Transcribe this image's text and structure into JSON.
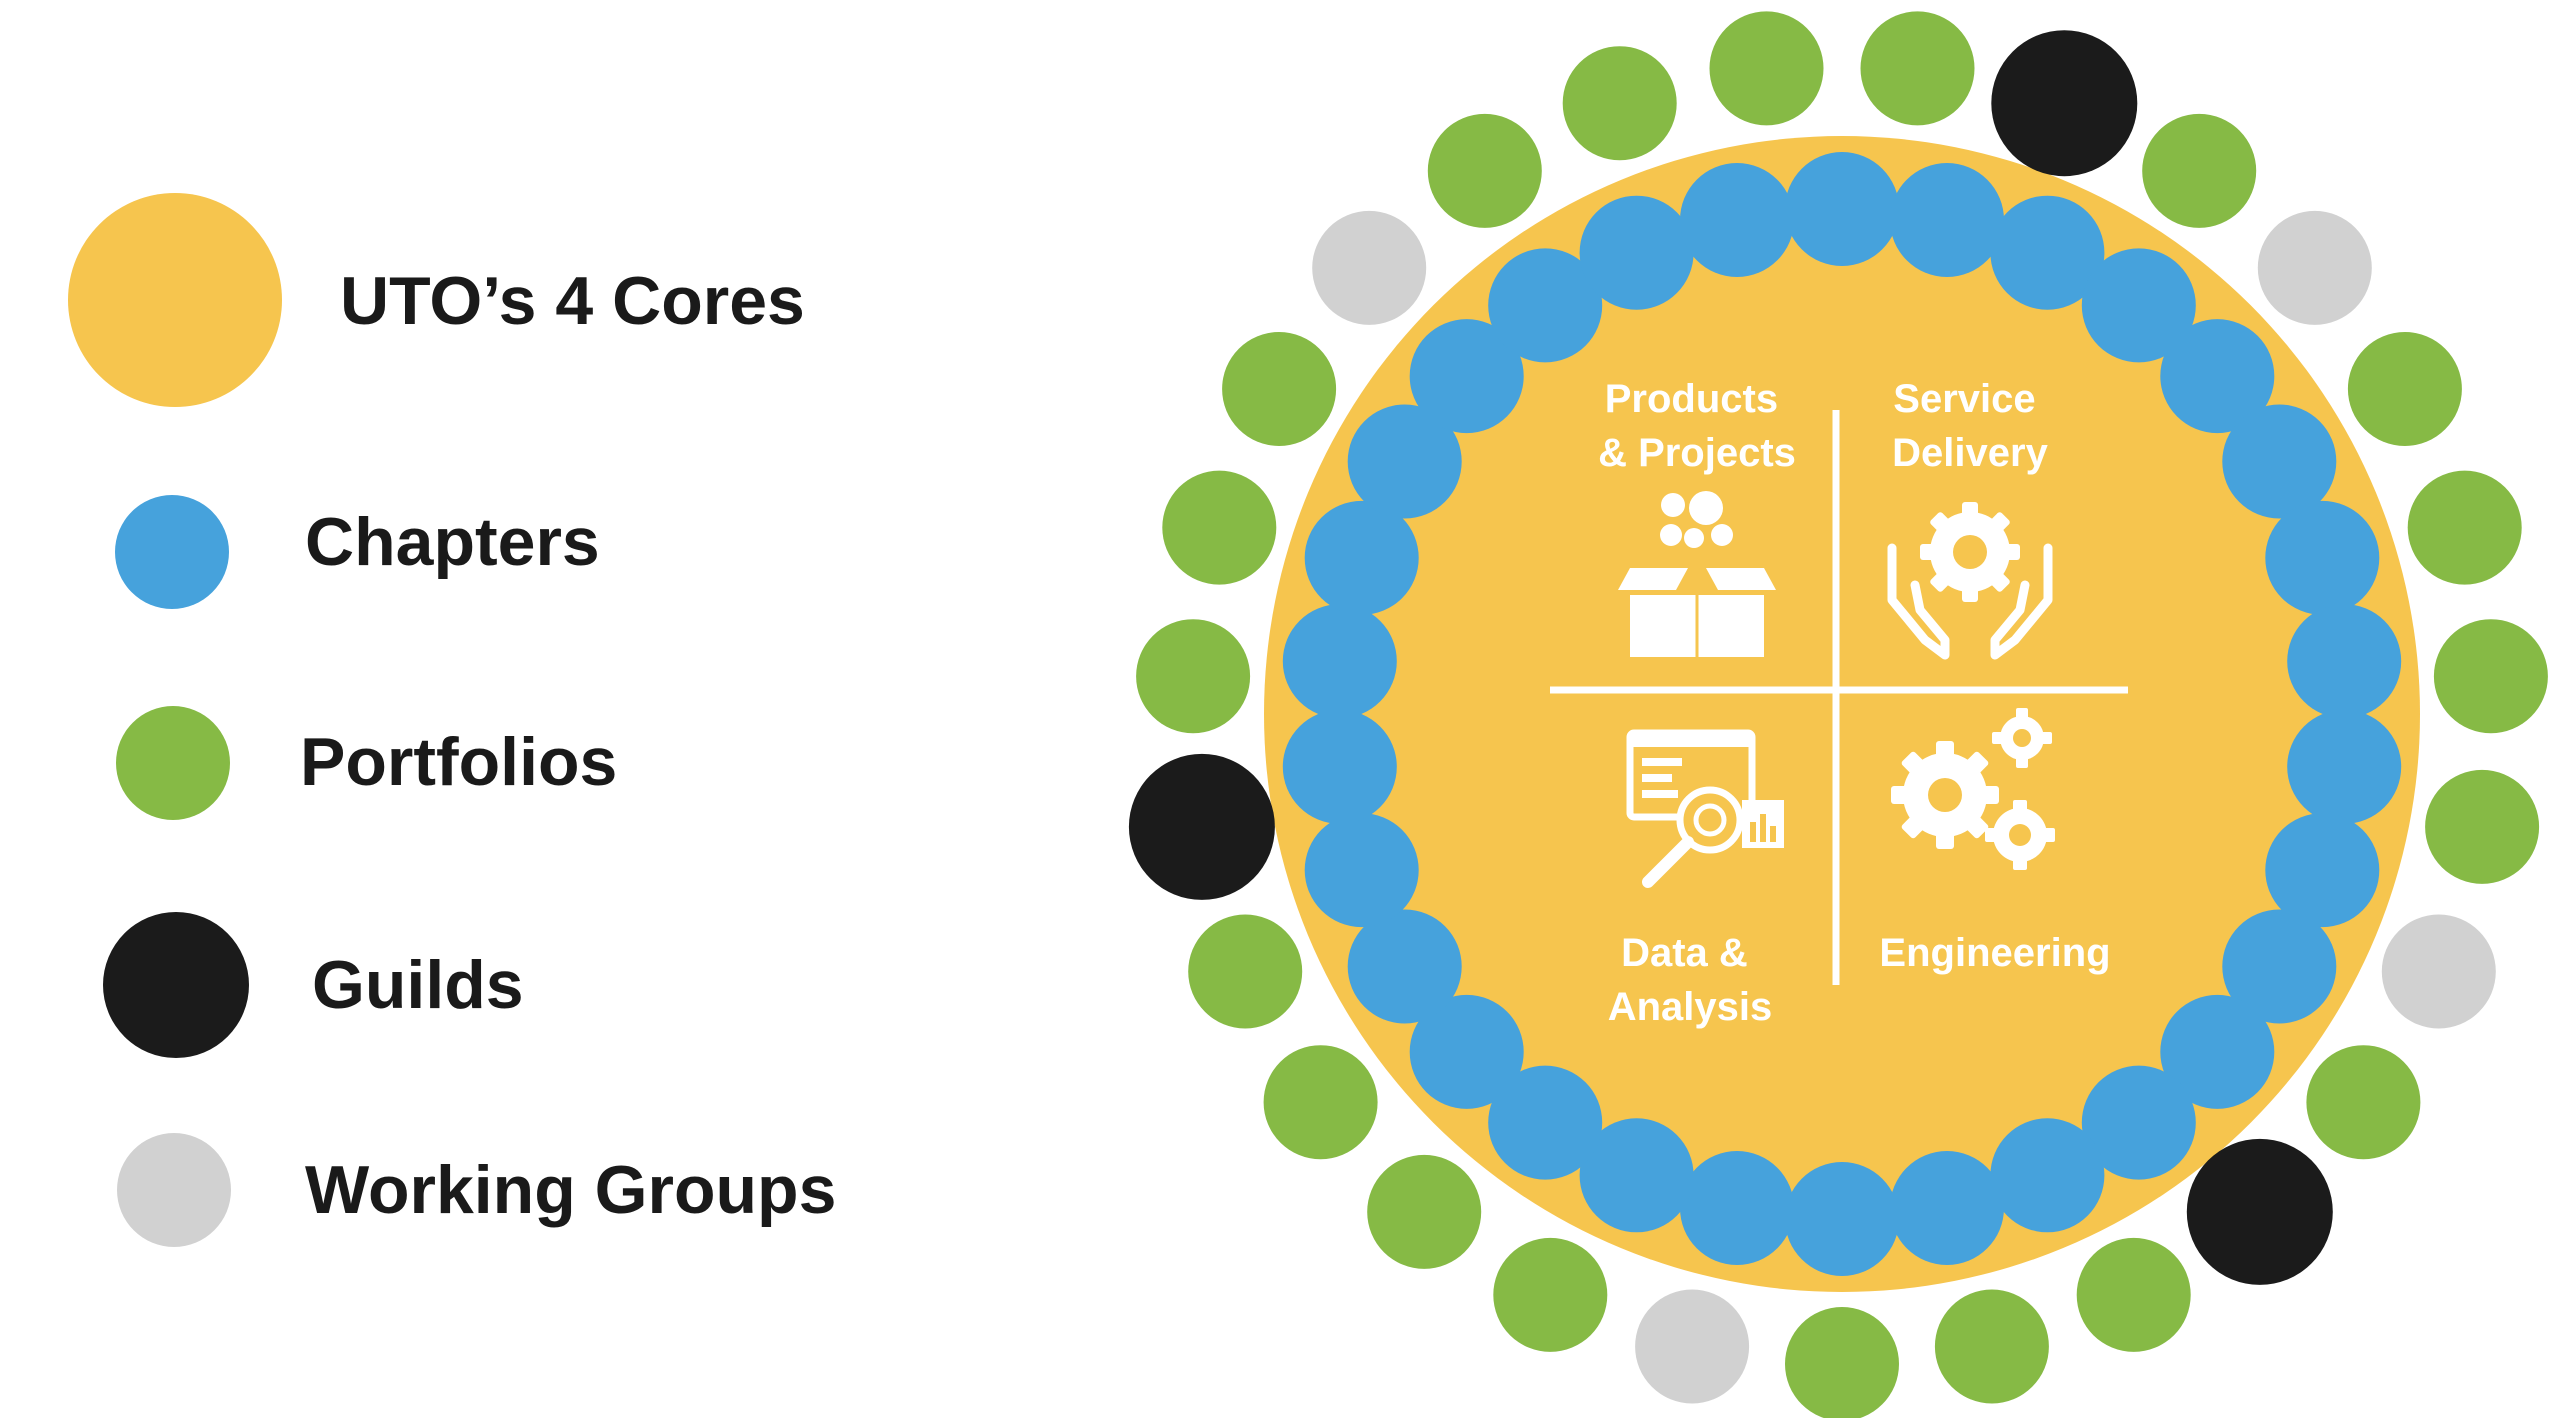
{
  "colors": {
    "core": "#F6C54E",
    "chapter": "#46A2DC",
    "portfolio": "#86BA45",
    "guild": "#1B1B1B",
    "working_group": "#D1D1D1",
    "icon": "#FFFFFF"
  },
  "legend": {
    "cores": {
      "label": "UTO’s 4 Cores"
    },
    "chapters": {
      "label": "Chapters"
    },
    "portfolios": {
      "label": "Portfolios"
    },
    "guilds": {
      "label": "Guilds"
    },
    "working_groups": {
      "label": "Working Groups"
    }
  },
  "quadrants": {
    "products": {
      "line1": "Products",
      "line2": "& Projects",
      "icon": "box-icon"
    },
    "service": {
      "line1": "Service",
      "line2": "Delivery",
      "icon": "hands-gear-icon"
    },
    "data": {
      "line1": "Data &",
      "line2": "Analysis",
      "icon": "analytics-icon"
    },
    "engineering": {
      "line1": "Engineering",
      "icon": "gears-icon"
    }
  },
  "inner_ring": {
    "type": "chapter"
  },
  "outer_ring": {
    "sequence": [
      "portfolio",
      "portfolio",
      "portfolio",
      "guild",
      "portfolio",
      "working_group",
      "portfolio",
      "portfolio",
      "portfolio",
      "portfolio",
      "working_group",
      "portfolio",
      "guild",
      "portfolio",
      "portfolio",
      "portfolio",
      "working_group",
      "portfolio",
      "portfolio",
      "portfolio",
      "portfolio",
      "guild",
      "portfolio",
      "portfolio",
      "portfolio",
      "working_group",
      "portfolio"
    ]
  }
}
